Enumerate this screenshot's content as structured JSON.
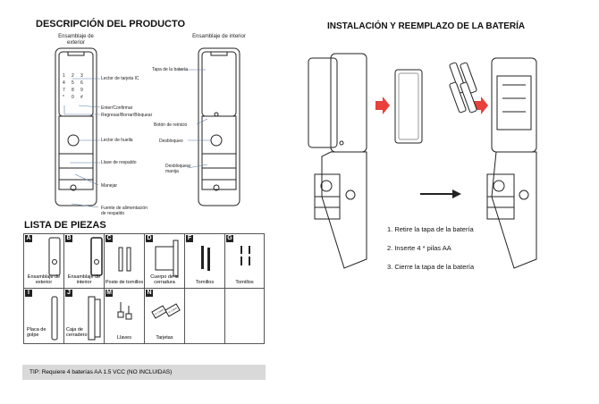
{
  "left": {
    "title": "DESCRIPCIÓN DEL PRODUCTO",
    "exterior_title": "Ensamblaje de exterior",
    "interior_title": "Ensamblaje de interior",
    "keypad": [
      "1",
      "2",
      "3",
      "4",
      "5",
      "6",
      "7",
      "8",
      "9",
      "*",
      "0",
      "#"
    ],
    "exterior_labels": [
      "Lector de tarjeta IC",
      "Enter/Confirmar",
      "Regresar/Borrar/Bloquear",
      "Lector de huella",
      "Llave de respaldo",
      "Manejar",
      "Fuente de alimentación de respaldo"
    ],
    "interior_labels": [
      "Tapa de la batería",
      "Botón de reinicio",
      "Desbloqueo",
      "Desbloquear manija"
    ]
  },
  "parts": {
    "title": "LISTA DE PIEZAS",
    "items": [
      {
        "letter": "A",
        "label": "Ensamblaje de exterior"
      },
      {
        "letter": "B",
        "label": "Ensamblaje de interior"
      },
      {
        "letter": "C",
        "label": "Poste de tornillos"
      },
      {
        "letter": "D",
        "label": "Cuerpo de la cerradura"
      },
      {
        "letter": "F",
        "label": "Tornillos"
      },
      {
        "letter": "G",
        "label": "Tornillos"
      },
      {
        "letter": "I",
        "label": "Placa de golpe"
      },
      {
        "letter": "J",
        "label": "Caja de cerradero"
      },
      {
        "letter": "M",
        "label": "Llaves"
      },
      {
        "letter": "N",
        "label": "Tarjetas"
      }
    ],
    "card_text": "IC CARD"
  },
  "tip": "TIP: Requiere 4 baterías AA 1.5 VCC (NO INCLUIDAS)",
  "right": {
    "title": "INSTALACIÓN Y REEMPLAZO DE LA BATERÍA",
    "steps": [
      "1. Retire la tapa de la batería",
      "2. Inserte 4 * pilas AA",
      "3. Cierre la tapa de la batería"
    ]
  },
  "colors": {
    "accent": "#e8403a",
    "tip_bg": "#d9d9d9"
  }
}
